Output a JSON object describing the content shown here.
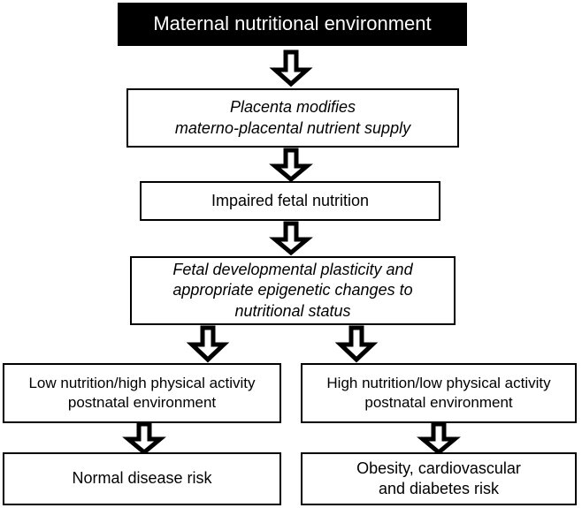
{
  "diagram": {
    "title": "Maternal nutritional environment flowchart",
    "colors": {
      "background": "#ffffff",
      "box_border": "#000000",
      "box_fill": "#ffffff",
      "header_fill": "#000000",
      "header_text": "#ffffff",
      "arrow_fill": "#ffffff",
      "arrow_stroke": "#000000"
    },
    "nodes": [
      {
        "id": "maternal-nutritional-environment",
        "text": "Maternal nutritional environment",
        "style": "black-filled",
        "italic": false
      },
      {
        "id": "placenta-modifies",
        "text": "Placenta modifies\nmaterno-placental nutrient supply",
        "style": "outlined",
        "italic": true
      },
      {
        "id": "impaired-fetal-nutrition",
        "text": "Impaired fetal nutrition",
        "style": "outlined",
        "italic": false
      },
      {
        "id": "fetal-developmental-plasticity",
        "text": "Fetal developmental plasticity and\nappropriate epigenetic changes to\nnutritional status",
        "style": "outlined",
        "italic": true
      },
      {
        "id": "low-nutrition-postnatal",
        "text": "Low nutrition/high physical activity\npostnatal environment",
        "style": "outlined",
        "italic": false
      },
      {
        "id": "high-nutrition-postnatal",
        "text": "High nutrition/low physical activity\npostnatal environment",
        "style": "outlined",
        "italic": false
      },
      {
        "id": "normal-disease-risk",
        "text": "Normal disease risk",
        "style": "outlined",
        "italic": false
      },
      {
        "id": "obesity-cardiovascular-diabetes-risk",
        "text": "Obesity, cardiovascular\nand diabetes risk",
        "style": "outlined",
        "italic": false
      }
    ],
    "connectors": [
      {
        "id": "arrow-1",
        "from": "maternal-nutritional-environment",
        "to": "placenta-modifies",
        "glyph": "down-block-arrow"
      },
      {
        "id": "arrow-2",
        "from": "placenta-modifies",
        "to": "impaired-fetal-nutrition",
        "glyph": "down-block-arrow"
      },
      {
        "id": "arrow-3",
        "from": "impaired-fetal-nutrition",
        "to": "fetal-developmental-plasticity",
        "glyph": "down-block-arrow"
      },
      {
        "id": "arrow-4",
        "from": "fetal-developmental-plasticity",
        "to": "low-nutrition-postnatal",
        "glyph": "down-block-arrow"
      },
      {
        "id": "arrow-5",
        "from": "fetal-developmental-plasticity",
        "to": "high-nutrition-postnatal",
        "glyph": "down-block-arrow"
      },
      {
        "id": "arrow-6",
        "from": "low-nutrition-postnatal",
        "to": "normal-disease-risk",
        "glyph": "down-block-arrow"
      },
      {
        "id": "arrow-7",
        "from": "high-nutrition-postnatal",
        "to": "obesity-cardiovascular-diabetes-risk",
        "glyph": "down-block-arrow"
      }
    ]
  }
}
